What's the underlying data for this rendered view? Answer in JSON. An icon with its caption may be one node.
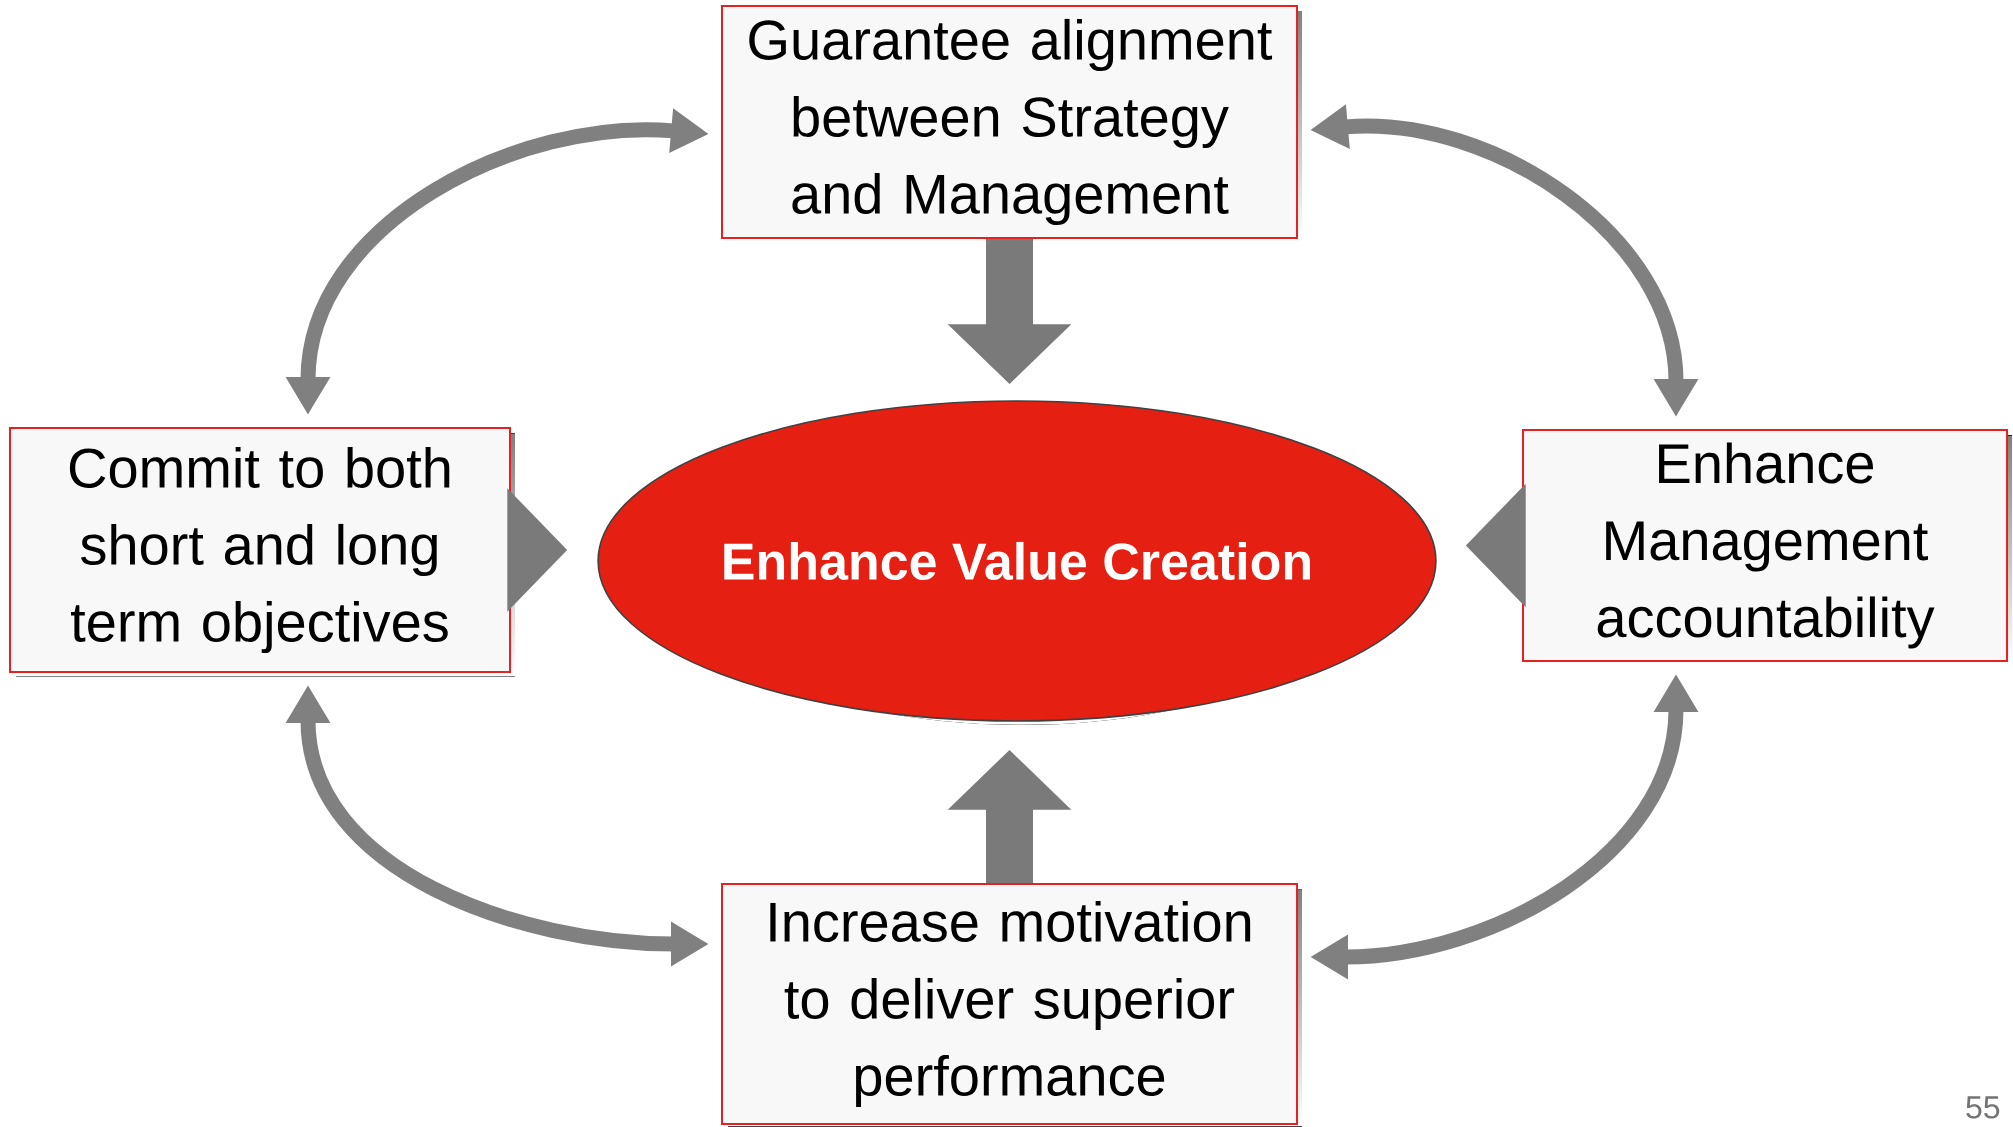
{
  "diagram": {
    "nodes": [
      {
        "text": [
          "Guarantee alignment between Strategy and Management"
        ]
      },
      {
        "text": [
          "Commit to both short and long term objectives"
        ]
      },
      {
        "text": [
          "Enhance Value Creation"
        ]
      },
      {
        "text": [
          "Enhance Management accountability"
        ]
      },
      {
        "text": [
          "Increase motivation to deliver superior performance"
        ]
      }
    ],
    "edges": [
      {
        "from": 0,
        "to": 2,
        "arrow": "to",
        "style": "thick"
      },
      {
        "from": 1,
        "to": 2,
        "arrow": "to",
        "style": "thick"
      },
      {
        "from": 3,
        "to": 2,
        "arrow": "to",
        "style": "thick"
      },
      {
        "from": 4,
        "to": 2,
        "arrow": "to",
        "style": "thick"
      },
      {
        "from": 0,
        "to": 1,
        "arrow": "both"
      },
      {
        "from": 0,
        "to": 3,
        "arrow": "both"
      },
      {
        "from": 1,
        "to": 4,
        "arrow": "both"
      },
      {
        "from": 3,
        "to": 4,
        "arrow": "both"
      }
    ],
    "labels": [
      "55"
    ]
  }
}
